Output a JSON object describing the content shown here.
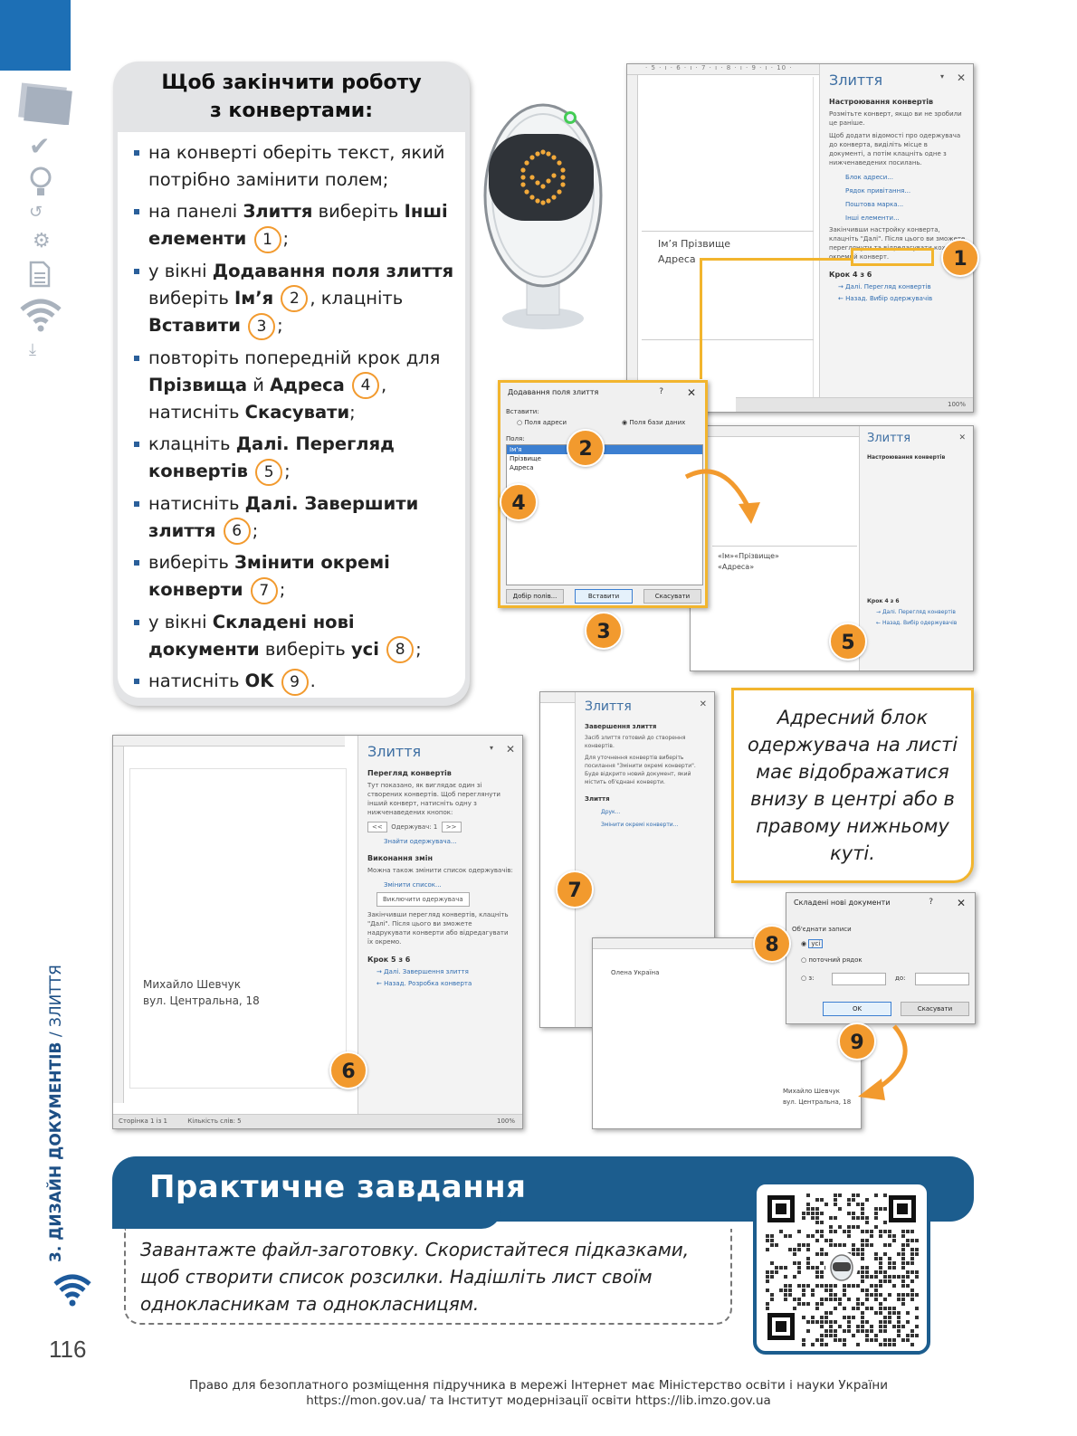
{
  "colors": {
    "accent": "#f29a2e",
    "brand_blue": "#1c5d8e",
    "highlight": "#f2b52e"
  },
  "sidebar": {
    "chapter": "3. ДИЗАЙН ДОКУМЕНТІВ",
    "separator": " / ",
    "section": "ЗЛИТТЯ",
    "page_number": "116",
    "icons": [
      "folder-icon",
      "check-icon",
      "bulb-icon",
      "refresh-icon",
      "gear-icon",
      "document-icon",
      "wifi-icon",
      "download-icon"
    ]
  },
  "instructions": {
    "heading_line1": "Щоб закінчити роботу",
    "heading_line2": "з конвертами:",
    "steps": [
      {
        "t1": "на конверті оберіть текст, який потрібно замінити полем;"
      },
      {
        "t1": "на панелі ",
        "b1": "Злиття",
        "t2": " виберіть ",
        "b2": "Інші елементи",
        "n": "1",
        "t3": ";"
      },
      {
        "t1": "у вікні ",
        "b1": "Додавання поля злиття",
        "t2": " виберіть ",
        "b2": "Ім’я",
        "n": "2",
        "t3": ", клацніть ",
        "b3": "Вставити",
        "n2": "3",
        "t4": ";"
      },
      {
        "t1": "повторіть попередній крок для ",
        "b1": "Прізвища",
        "t2": " й ",
        "b2": "Адреса",
        "n": "4",
        "t3": ", натисніть ",
        "b3": "Скасувати",
        "t4": ";"
      },
      {
        "t1": "клацніть ",
        "b1": "Далі. Перегляд конвертів",
        "n": "5",
        "t2": ";"
      },
      {
        "t1": "натисніть ",
        "b1": "Далі. Завершити злиття",
        "n": "6",
        "t2": ";"
      },
      {
        "t1": "виберіть ",
        "b1": "Змінити окремі конверти",
        "n": "7",
        "t2": ";"
      },
      {
        "t1": "у вікні ",
        "b1": "Складені нові документи",
        "t2": " виберіть ",
        "b2": "усі",
        "n": "8",
        "t3": ";"
      },
      {
        "t1": "натисніть ",
        "b1": "OK",
        "n": "9",
        "t2": "."
      }
    ]
  },
  "callouts": [
    "1",
    "2",
    "3",
    "4",
    "5",
    "6",
    "7",
    "8",
    "9"
  ],
  "shot1": {
    "ruler": "· 5 · ı · 6 · ı · 7 · ı · 8 · ı · 9 · ı · 10 ·",
    "pane_title": "Злиття",
    "section": "Настроювання конвертів",
    "p1": "Розмітьте конверт, якщо ви не зробили це раніше.",
    "p2": "Щоб додати відомості про одержувача до конверта, виділіть місце в документі, а потім клацніть одне з нижченаведених посилань.",
    "links": [
      "Блок адреси...",
      "Рядок привітання...",
      "Поштова марка...",
      "Інші елементи..."
    ],
    "p3": "Закінчивши настройку конверта, клацніть \"Далі\". Після цього ви зможете переглянути та відредагувати кожен окремий конверт.",
    "step": "Крок 4 з 6",
    "next": "Далі. Перегляд конвертів",
    "back": "Назад. Вибір одержувачів",
    "doc_line1": "Ім’я Прізвище",
    "doc_line2": "Адреса",
    "zoom": "100%"
  },
  "dialog_insert": {
    "title": "Додавання поля злиття",
    "insert_label": "Вставити:",
    "opt1": "Поля адреси",
    "opt2": "Поля бази даних",
    "fields_label": "Поля:",
    "fields": [
      "Ім'я",
      "Прізвище",
      "Адреса"
    ],
    "btn_match": "Добір полів...",
    "btn_insert": "Вставити",
    "btn_cancel": "Скасувати"
  },
  "shot2": {
    "pane_title": "Злиття",
    "section": "Настроювання конвертів",
    "step": "Крок 4 з 6",
    "next": "Далі. Перегляд конвертів",
    "back": "Назад. Вибір одержувачів",
    "doc_line1": "«Ім»«Прізвище»",
    "doc_line2": "«Адреса»"
  },
  "shot3": {
    "pane_title": "Злиття",
    "section": "Завершення злиття",
    "p1": "Засіб злиття готовий до створення конвертів.",
    "p2": "Для уточнення конвертів виберіть посилання \"Змінити окремі конверти\". Буде відкрито новий документ, який містить об'єднані конверти.",
    "h2": "Злиття",
    "link1": "Друк...",
    "link2": "Змінити окремі конверти..."
  },
  "shot4": {
    "pane_title": "Злиття",
    "section": "Перегляд конвертів",
    "p1": "Тут показано, як виглядає один зі створених конвертів. Щоб переглянути інший конверт, натисніть одну з нижченаведених кнопок:",
    "recipient": "Одержувач: 1",
    "find": "Знайти одержувача...",
    "h2": "Виконання змін",
    "p2": "Можна також змінити список одержувачів:",
    "edit": "Змінити список...",
    "exclude": "Виключити одержувача",
    "p3": "Закінчивши перегляд конвертів, клацніть \"Далі\". Після цього ви зможете надрукувати конверти або відредагувати їх окремо.",
    "step": "Крок 5 з 6",
    "next": "Далі. Завершення злиття",
    "back": "Назад. Розробка конверта",
    "doc_line1": "Михайло Шевчук",
    "doc_line2": "вул. Центральна, 18",
    "status_page": "Сторінка 1 із 1",
    "status_words": "Кількість слів: 5",
    "zoom": "100%"
  },
  "shot5": {
    "sender": "Олена Україна",
    "doc_line1": "Михайло Шевчук",
    "doc_line2": "вул. Центральна, 18"
  },
  "dialog_new": {
    "title": "Складені нові документи",
    "group": "Об'єднати записи",
    "opt_all": "усі",
    "opt_current": "поточний рядок",
    "opt_from": "з:",
    "opt_to": "до:",
    "ok": "OK",
    "cancel": "Скасувати"
  },
  "note": "Адресний блок одержувача на листі має відображатися внизу в центрі або в правому нижньому куті.",
  "practice": {
    "title": "Практичне завдання",
    "text": "Завантажте файл-заготовку. Скористайтеся підказками, щоб створити список розсилки. Надішліть лист своїм однокласникам та однокласницям."
  },
  "footer": {
    "line1": "Право для безоплатного розміщення підручника в мережі Інтернет має Міністерство освіти і науки України",
    "line2": "https://mon.gov.ua/ та Інститут модернізації освіти https://lib.imzo.gov.ua"
  }
}
